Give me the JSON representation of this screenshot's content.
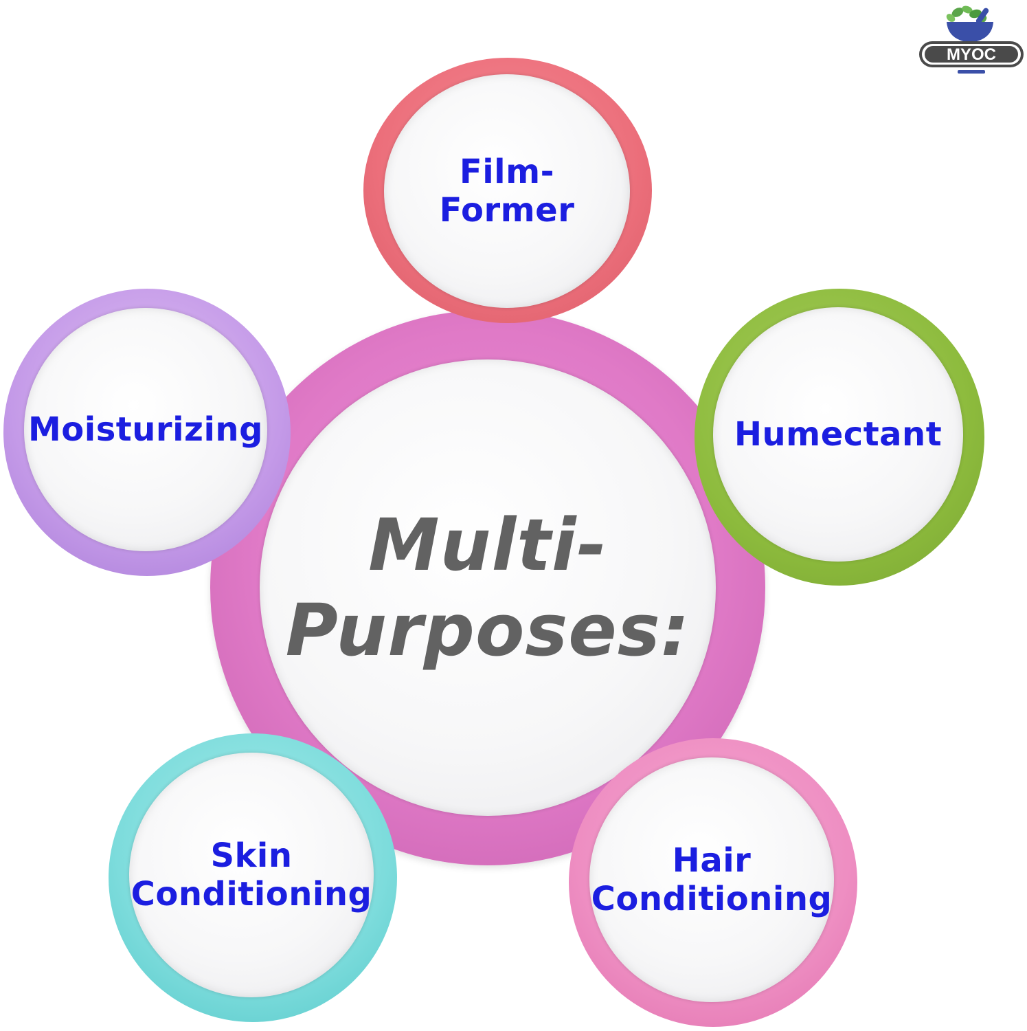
{
  "logo": {
    "text": "MYOC",
    "colors": {
      "bowl": "#3a4fa8",
      "leaves": "#5aa54a",
      "badge": "#4a4a4a"
    }
  },
  "center": {
    "title": "Multi-\nPurposes:",
    "ring_color": "#e07ac7"
  },
  "purposes": [
    {
      "label": "Film-\nFormer",
      "ring_color": "#ec6f7b"
    },
    {
      "label": "Humectant",
      "ring_color": "#8dbb3d"
    },
    {
      "label": "Moisturizing",
      "ring_color": "#c49ae8"
    },
    {
      "label": "Skin\nConditioning",
      "ring_color": "#7ddcdc"
    },
    {
      "label": "Hair\nConditioning",
      "ring_color": "#ee8ec2"
    }
  ],
  "label_color": "#1b1ee0",
  "title_color": "#626262"
}
